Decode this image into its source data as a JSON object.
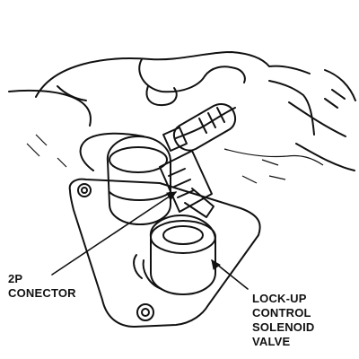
{
  "labels": {
    "connector": [
      "2P",
      "CONECTOR"
    ],
    "solenoid": [
      "LOCK-UP",
      "CONTROL",
      "SOLENOID",
      "VALVE"
    ]
  },
  "colors": {
    "ink": "#111111",
    "paper": "#ffffff"
  }
}
